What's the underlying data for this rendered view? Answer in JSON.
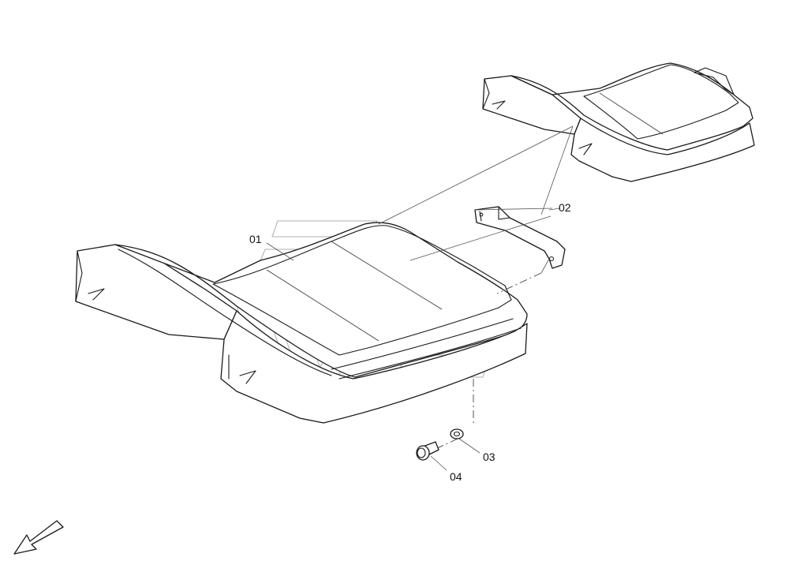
{
  "callouts": {
    "part_01": "01",
    "part_02": "02",
    "part_03": "03",
    "part_04": "04"
  },
  "icons": {
    "direction_arrow": "front-direction-arrow-icon",
    "watermark": "brand-watermark-logo"
  },
  "colors": {
    "line": "#1a1a1a",
    "leader": "#555555",
    "watermark": "#bdbdbd",
    "background": "#ffffff"
  }
}
